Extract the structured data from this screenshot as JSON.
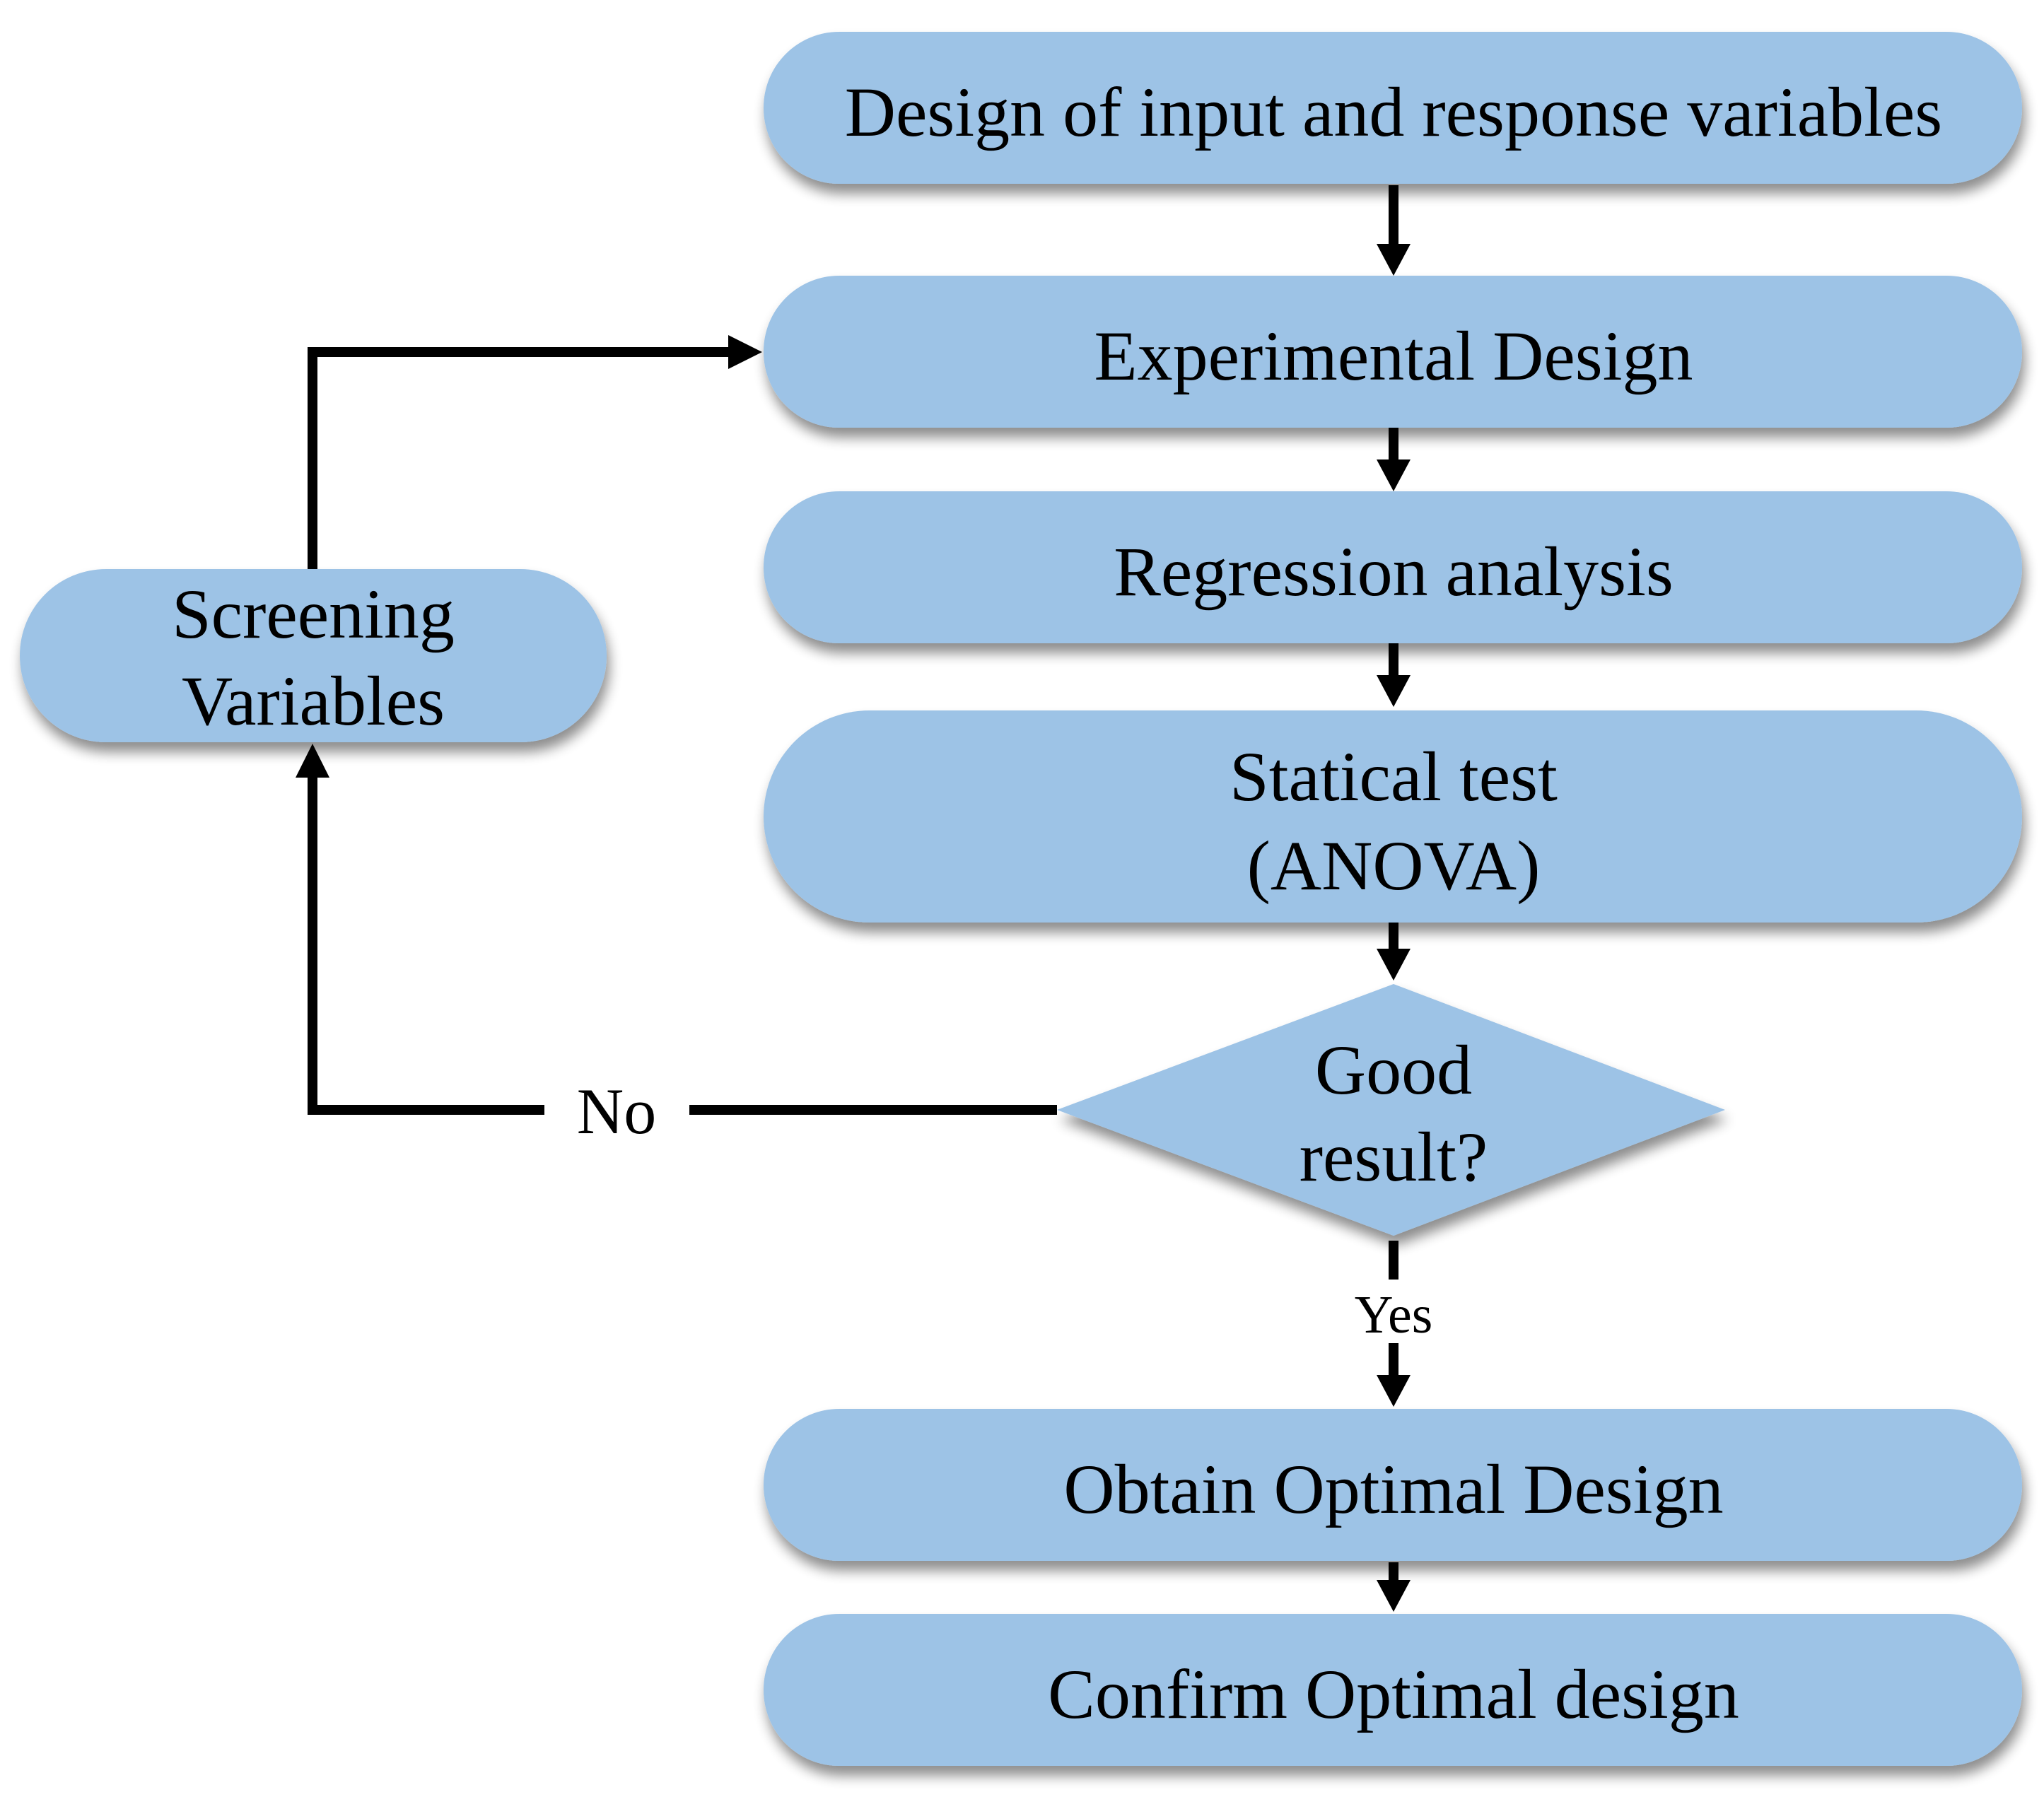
{
  "colors": {
    "node_fill": "#9dc3e6",
    "line": "#000000",
    "background": "#ffffff"
  },
  "nodes": {
    "design_vars": {
      "lines": [
        "Design of input and response variables"
      ]
    },
    "experimental": {
      "lines": [
        "Experimental Design"
      ]
    },
    "regression": {
      "lines": [
        "Regression analysis"
      ]
    },
    "statical": {
      "lines": [
        "Statical test",
        "(ANOVA)"
      ]
    },
    "decision": {
      "lines": [
        "Good",
        "result?"
      ]
    },
    "obtain": {
      "lines": [
        "Obtain Optimal Design"
      ]
    },
    "confirm": {
      "lines": [
        "Confirm Optimal design"
      ]
    },
    "screening": {
      "lines": [
        "Screening",
        "Variables"
      ]
    }
  },
  "edges": {
    "no_label": "No",
    "yes_label": "Yes"
  }
}
